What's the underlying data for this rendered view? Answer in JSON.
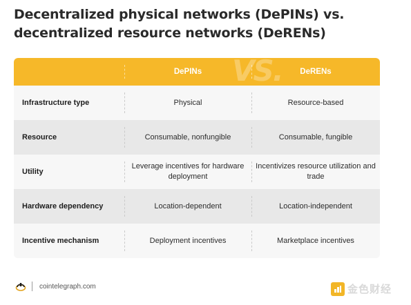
{
  "title": "Decentralized physical networks (DePINs) vs. decentralized resource networks (DeRENs)",
  "table": {
    "headers": [
      "",
      "DePINs",
      "DeRENs"
    ],
    "watermark": "VS.",
    "rows": [
      [
        "Infrastructure type",
        "Physical",
        "Resource-based"
      ],
      [
        "Resource",
        "Consumable, nonfungible",
        "Consumable, fungible"
      ],
      [
        "Utility",
        "Leverage incentives for hardware deployment",
        "Incentivizes resource utilization and trade"
      ],
      [
        "Hardware dependency",
        "Location-dependent",
        "Location-independent"
      ],
      [
        "Incentive mechanism",
        "Deployment incentives",
        "Marketplace incentives"
      ]
    ]
  },
  "footer": {
    "source": "cointelegraph.com",
    "watermark_text": "金色财经"
  },
  "colors": {
    "accent": "#f6b829"
  },
  "icons": {
    "source_logo": "cointelegraph-logo-icon",
    "watermark_logo": "jinse-logo-icon"
  }
}
